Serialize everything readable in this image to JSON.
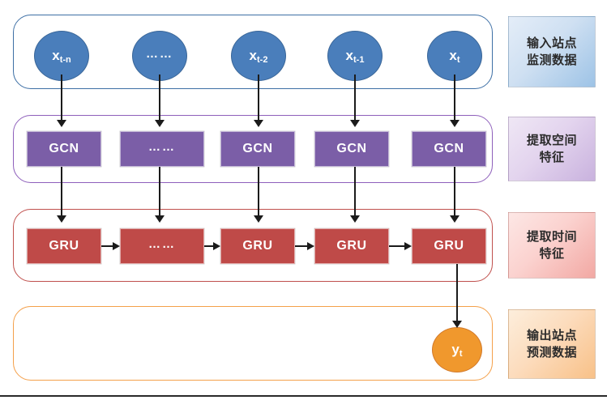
{
  "diagram": {
    "title": "GCN-GRU spatio-temporal prediction model architecture",
    "colors": {
      "input_node": "#4a7ebb",
      "gcn_block": "#7b5ea7",
      "gru_block": "#bf4a48",
      "output_node": "#f0982d",
      "band_input_border": "#3d6fa5",
      "band_spatial_border": "#8e5fbb",
      "band_temporal_border": "#c0504d",
      "band_output_border": "#f4a04a",
      "arrow": "#1b1b1b"
    },
    "stages": [
      {
        "id": "input",
        "label_lines": [
          "输入站点",
          "监测数据"
        ],
        "nodes": [
          {
            "base": "x",
            "sub": "t-n",
            "type": "value"
          },
          {
            "base": "……",
            "sub": "",
            "type": "ellipsis"
          },
          {
            "base": "x",
            "sub": "t-2",
            "type": "value"
          },
          {
            "base": "x",
            "sub": "t-1",
            "type": "value"
          },
          {
            "base": "x",
            "sub": "t",
            "type": "value"
          }
        ]
      },
      {
        "id": "spatial",
        "label_lines": [
          "提取空间",
          "特征"
        ],
        "nodes": [
          {
            "base": "GCN",
            "type": "value"
          },
          {
            "base": "……",
            "type": "ellipsis"
          },
          {
            "base": "GCN",
            "type": "value"
          },
          {
            "base": "GCN",
            "type": "value"
          },
          {
            "base": "GCN",
            "type": "value"
          }
        ]
      },
      {
        "id": "temporal",
        "label_lines": [
          "提取时间",
          "特征"
        ],
        "nodes": [
          {
            "base": "GRU",
            "type": "value"
          },
          {
            "base": "……",
            "type": "ellipsis"
          },
          {
            "base": "GRU",
            "type": "value"
          },
          {
            "base": "GRU",
            "type": "value"
          },
          {
            "base": "GRU",
            "type": "value"
          }
        ]
      },
      {
        "id": "output",
        "label_lines": [
          "输出站点",
          "预测数据"
        ],
        "nodes": [
          {
            "base": "y",
            "sub": "t",
            "type": "value"
          }
        ]
      }
    ],
    "input_nodes": {
      "n0_base": "x",
      "n0_sub": "t-n",
      "n1_base": "……",
      "n2_base": "x",
      "n2_sub": "t-2",
      "n3_base": "x",
      "n3_sub": "t-1",
      "n4_base": "x",
      "n4_sub": "t"
    },
    "gcn_nodes": {
      "n0": "GCN",
      "n1": "……",
      "n2": "GCN",
      "n3": "GCN",
      "n4": "GCN"
    },
    "gru_nodes": {
      "n0": "GRU",
      "n1": "……",
      "n2": "GRU",
      "n3": "GRU",
      "n4": "GRU"
    },
    "output_node": {
      "base": "y",
      "sub": "t"
    },
    "labels": {
      "input_l1": "输入站点",
      "input_l2": "监测数据",
      "spatial_l1": "提取空间",
      "spatial_l2": "特征",
      "temporal_l1": "提取时间",
      "temporal_l2": "特征",
      "output_l1": "输出站点",
      "output_l2": "预测数据"
    }
  }
}
